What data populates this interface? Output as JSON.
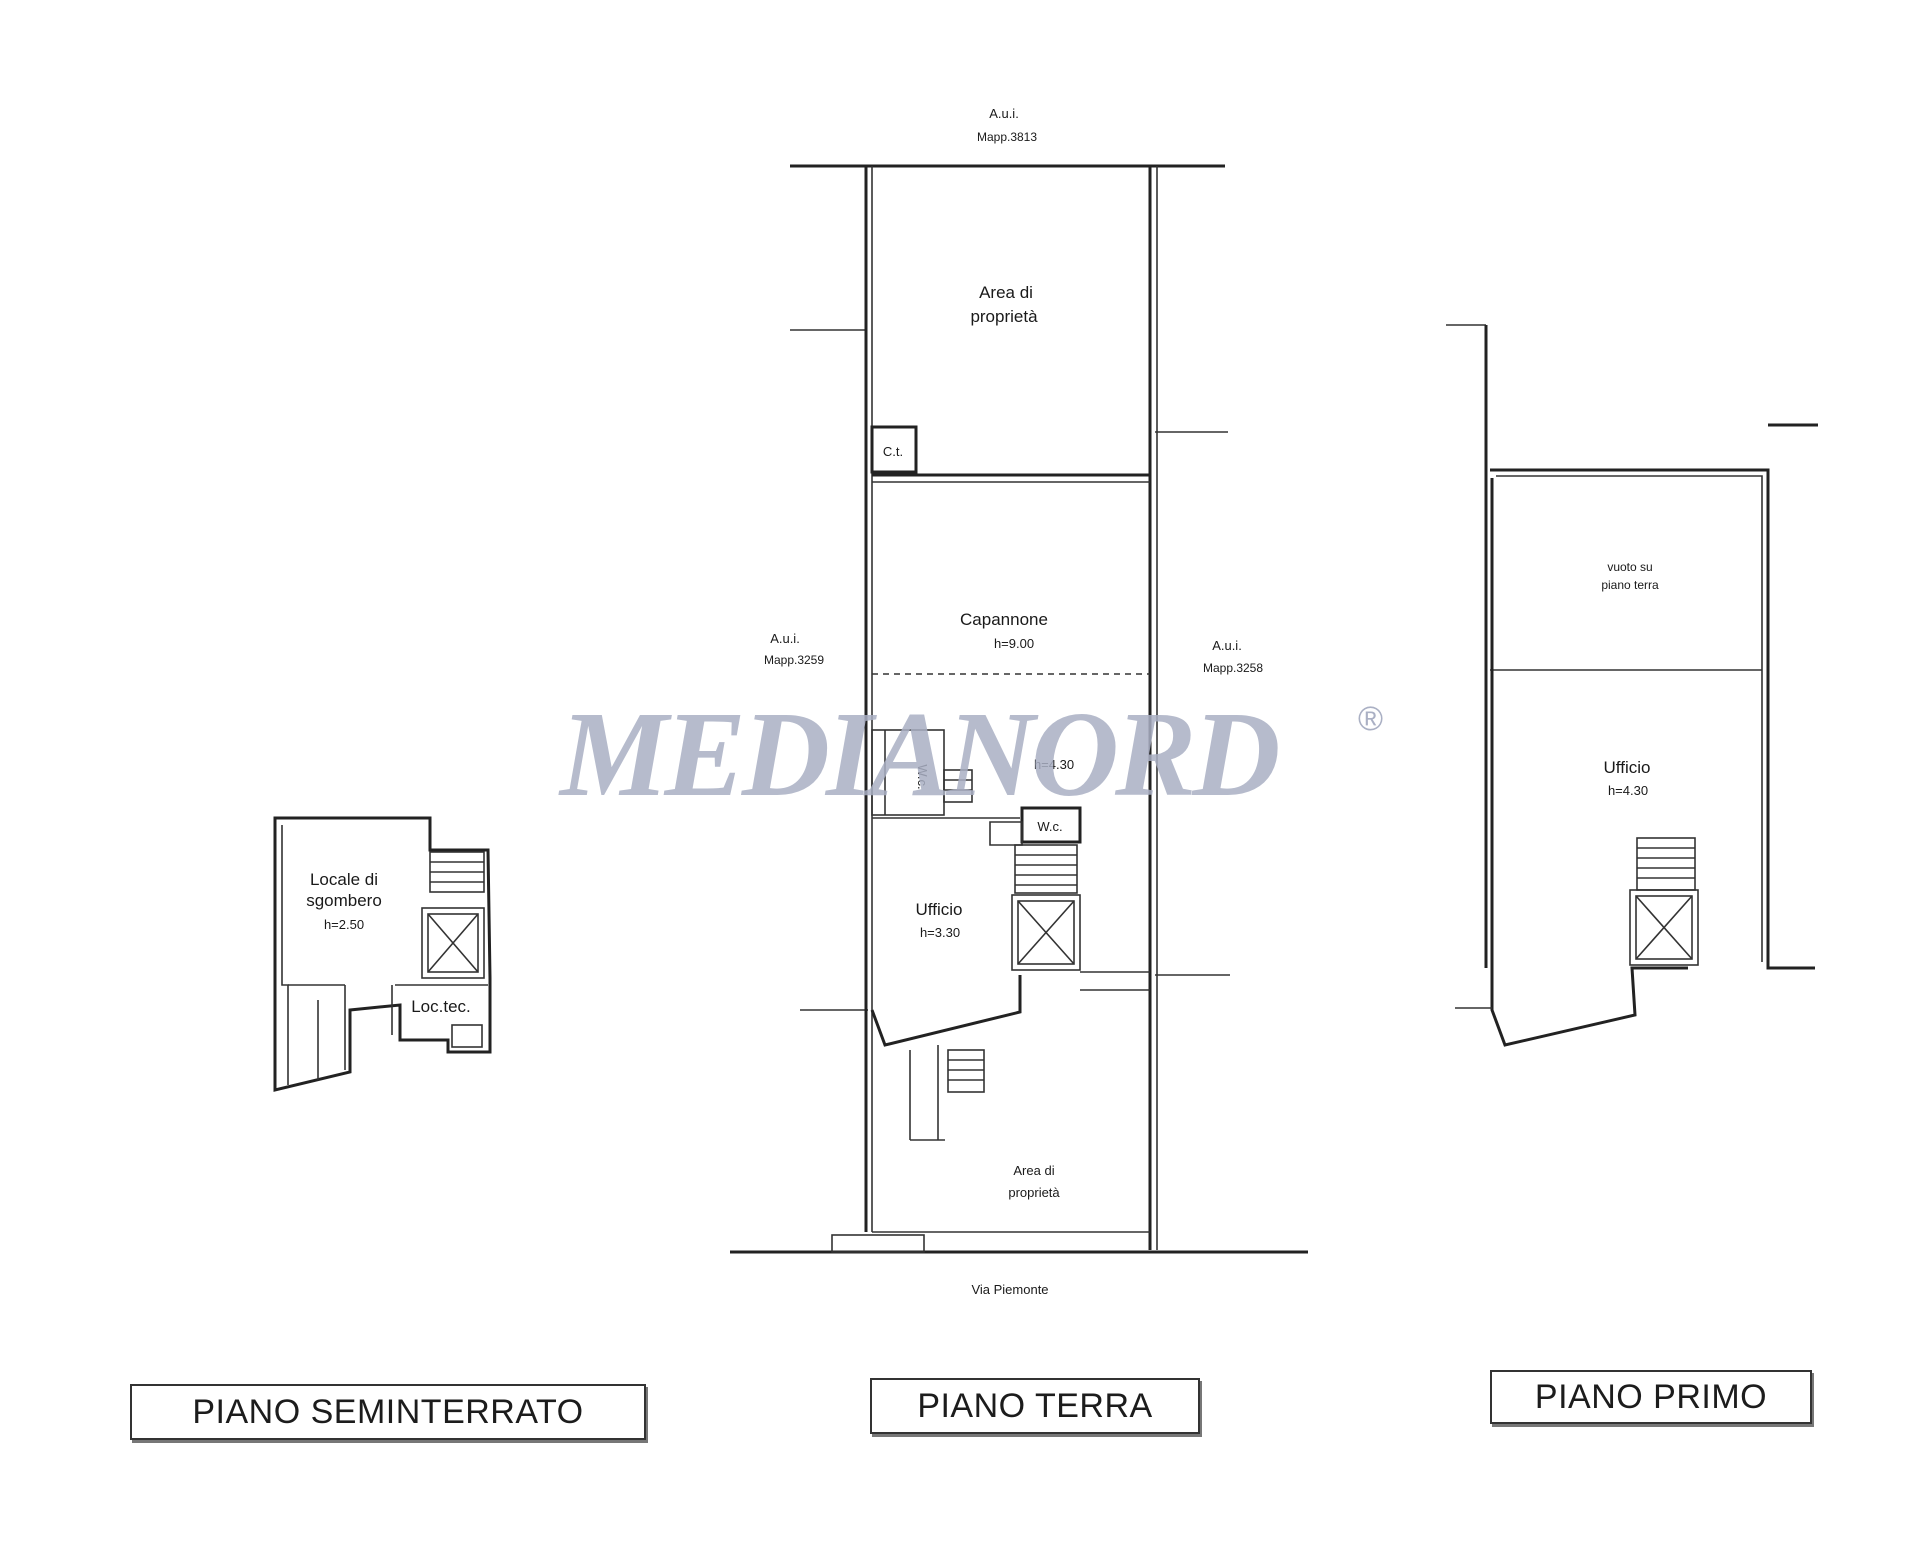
{
  "watermark": {
    "brand": "MEDIANORD",
    "registered_mark": "®"
  },
  "floors": {
    "seminterrato": {
      "title": "PIANO SEMINTERRATO"
    },
    "terra": {
      "title": "PIANO TERRA"
    },
    "primo": {
      "title": "PIANO PRIMO"
    }
  },
  "neighbors": {
    "top": {
      "label": "A.u.i.",
      "parcel": "Mapp.3813"
    },
    "left": {
      "label": "A.u.i.",
      "parcel": "Mapp.3259"
    },
    "right": {
      "label": "A.u.i.",
      "parcel": "Mapp.3258"
    }
  },
  "street": "Via Piemonte",
  "rooms": {
    "seminterrato": {
      "storage": {
        "line1": "Locale di",
        "line2": "sgombero",
        "height": "h=2.50"
      },
      "tech": "Loc.tec."
    },
    "terra": {
      "area_top": {
        "line1": "Area di",
        "line2": "proprietà"
      },
      "ct": "C.t.",
      "capannone": {
        "name": "Capannone",
        "height": "h=9.00"
      },
      "wc1": "W.c.",
      "wc2": "W.c.",
      "mid_height": "h=4.30",
      "ufficio": {
        "name": "Ufficio",
        "height": "h=3.30"
      },
      "area_bottom": {
        "line1": "Area di",
        "line2": "proprietà"
      }
    },
    "primo": {
      "vuoto": {
        "line1": "vuoto su",
        "line2": "piano terra"
      },
      "ufficio": {
        "name": "Ufficio",
        "height": "h=4.30"
      }
    }
  }
}
